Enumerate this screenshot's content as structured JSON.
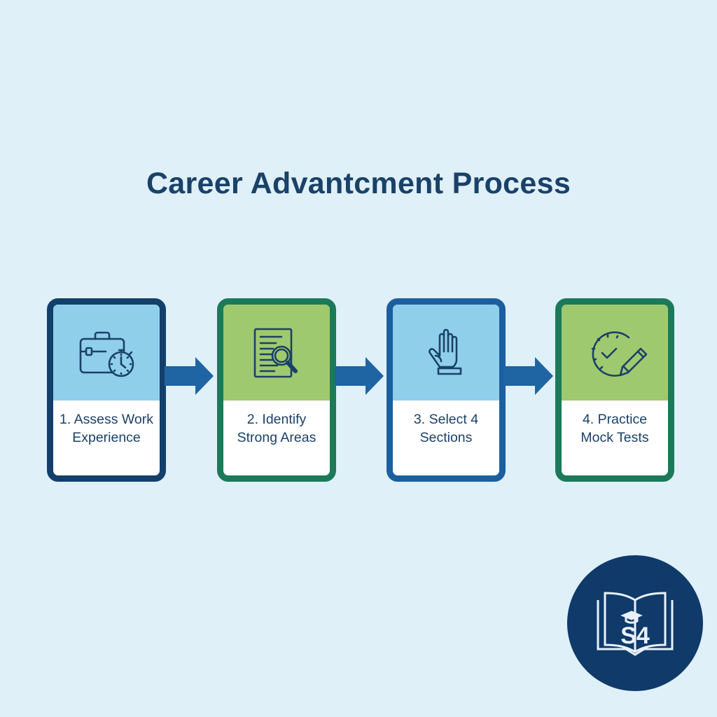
{
  "title": "Career Advantcment Process",
  "steps": [
    {
      "line1": "1. Assess Work",
      "line2": "Experience",
      "icon": "briefcase-stopwatch-icon"
    },
    {
      "line1": "2. Identify",
      "line2": "Strong Areas",
      "icon": "document-search-icon"
    },
    {
      "line1": "3. Select 4",
      "line2": "Sections",
      "icon": "raised-hand-icon"
    },
    {
      "line1": "4. Practice",
      "line2": "Mock Tests",
      "icon": "clock-check-pencil-icon"
    }
  ],
  "logo": {
    "text": "S4"
  },
  "colors": {
    "navy": "#133f6b",
    "green": "#1b7a58",
    "blue": "#1c5f9f",
    "arrow": "#1f64a3",
    "bg": "#dff0f9"
  }
}
